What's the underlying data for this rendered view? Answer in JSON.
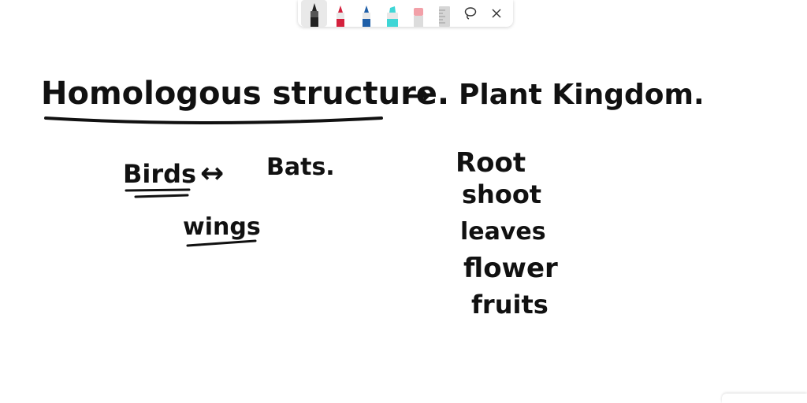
{
  "toolbar": {
    "tools": [
      {
        "name": "Pen",
        "icon": "black-pen-icon",
        "color": "#222222",
        "selected": true
      },
      {
        "name": "Pen",
        "icon": "red-pen-icon",
        "color": "#d4213d",
        "selected": false
      },
      {
        "name": "Pen",
        "icon": "blue-pen-icon",
        "color": "#1f5fa8",
        "selected": false
      },
      {
        "name": "Highlighter",
        "icon": "highlighter-icon",
        "color": "#3fd6d6",
        "selected": false
      },
      {
        "name": "Eraser",
        "icon": "eraser-icon",
        "color": "#f2a0a8",
        "selected": false
      },
      {
        "name": "Ruler",
        "icon": "ruler-icon",
        "color": "#bdbdbd",
        "selected": false
      }
    ],
    "lasso_icon": "lasso-icon",
    "close_icon": "close-icon"
  },
  "notes": {
    "title": "Homologous structure.",
    "arrow": "→",
    "subtitle": "Plant Kingdom.",
    "left_pair_a": "Birds",
    "left_pair_b": "Bats.",
    "double_arrow": "↔",
    "common_part": "wings",
    "plant_parts": [
      "Root",
      "shoot",
      "leaves",
      "flower",
      "fruits"
    ]
  }
}
